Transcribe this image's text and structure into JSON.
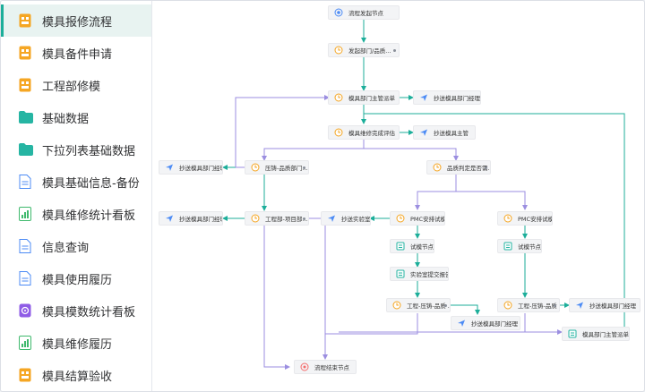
{
  "sidebar": {
    "items": [
      {
        "label": "模具报修流程",
        "icon": "orange-form-icon",
        "active": true
      },
      {
        "label": "模具备件申请",
        "icon": "orange-form-icon",
        "active": false
      },
      {
        "label": "工程部修模",
        "icon": "orange-form-icon",
        "active": false
      },
      {
        "label": "基础数据",
        "icon": "teal-folder-icon",
        "active": false
      },
      {
        "label": "下拉列表基础数据",
        "icon": "teal-folder-icon",
        "active": false
      },
      {
        "label": "模具基础信息-备份",
        "icon": "blue-document-icon",
        "active": false
      },
      {
        "label": "模具维修统计看板",
        "icon": "green-report-icon",
        "active": false
      },
      {
        "label": "信息查询",
        "icon": "blue-document-icon",
        "active": false
      },
      {
        "label": "模具使用履历",
        "icon": "blue-document-icon",
        "active": false
      },
      {
        "label": "模具模数统计看板",
        "icon": "purple-dashboard-icon",
        "active": false
      },
      {
        "label": "模具维修履历",
        "icon": "green-report-icon",
        "active": false
      },
      {
        "label": "模具结算验收",
        "icon": "orange-form-icon",
        "active": false
      }
    ]
  },
  "flow": {
    "start": "流程发起节点",
    "initiator_dept": "发起部门/品质...",
    "dept_supervisor_approve": "模具部门主管派单",
    "cc_mold_dept_manager_1": "抄送模具部门经理",
    "maintenance_assessment": "模具维修完成评估",
    "cc_mold_supervisor": "抄送模具主管",
    "die_casting_quality_dept": "压铸-品质部门...",
    "quality_judgment": "品质判定是否需...",
    "cc_mold_dept_manager_2": "抄送模具部门经理",
    "engineering_project_dept": "工程部-项目部...",
    "cc_mold_dept_manager_3": "抄送模具部门经理",
    "cc_lab": "抄送实验室",
    "pmc_trial_1": "PMC安排试模",
    "pmc_trial_2": "PMC安排试模",
    "trial_node_1": "试模节点",
    "trial_node_2": "试模节点",
    "lab_report": "实验室提交报告",
    "eng_casting_quality_1": "工程-压铸-品质 ...",
    "eng_casting_quality_2": "工程-压铸-品质 ...",
    "cc_mold_dept_manager_4": "抄送模具部门经理",
    "cc_mold_dept_manager_5": "抄送模具部门经理",
    "mold_dept_supervisor_dispatch": "模具部门主管派单",
    "end": "流程结束节点"
  },
  "colors": {
    "accent_teal": "#1cae9a",
    "connector_purple": "#9b8ee0",
    "node_orange": "#f5a623",
    "node_blue": "#4c8bf5"
  }
}
